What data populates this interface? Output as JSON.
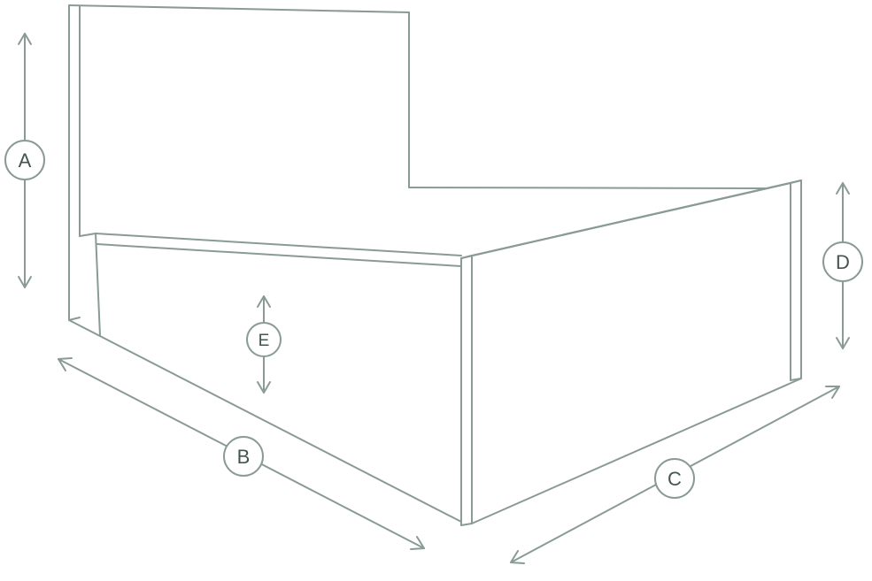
{
  "diagram": {
    "labels": {
      "a": "A",
      "b": "B",
      "c": "C",
      "d": "D",
      "e": "E"
    },
    "colors": {
      "line": "#8A9A94",
      "label_text": "#455550",
      "label_circle_fill": "#FFFFFF",
      "background": "#FFFFFF"
    }
  }
}
